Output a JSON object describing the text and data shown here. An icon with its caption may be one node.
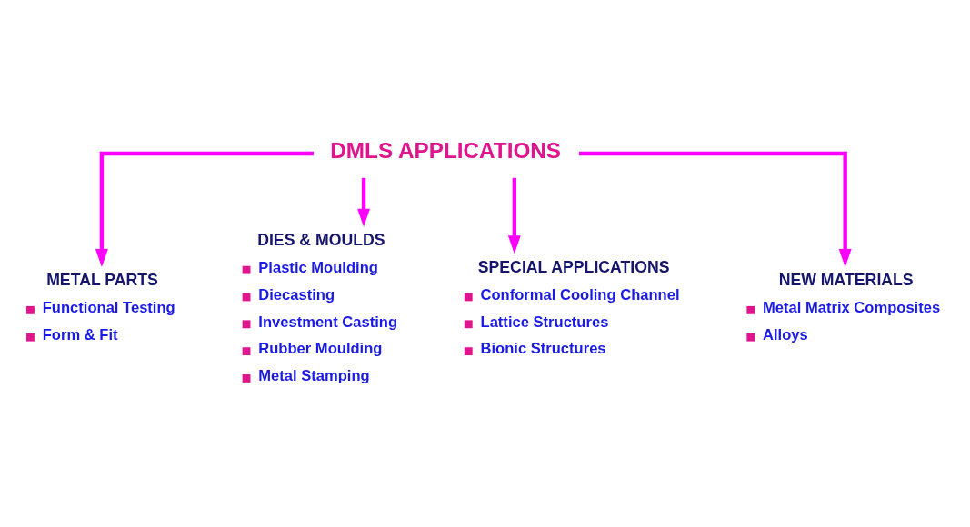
{
  "diagram": {
    "nodes": [
      {
        "text": [
          "DMLS APPLICATIONS"
        ]
      },
      {
        "text": [
          "METAL PARTS",
          "Functional Testing",
          "Form & Fit"
        ]
      },
      {
        "text": [
          "DIES & MOULDS",
          "Plastic Moulding",
          "Diecasting",
          "Investment Casting",
          "Rubber Moulding",
          "Metal Stamping"
        ]
      },
      {
        "text": [
          "SPECIAL APPLICATIONS",
          "Conformal Cooling Channel",
          "Lattice Structures",
          "Bionic Structures"
        ]
      },
      {
        "text": [
          "NEW MATERIALS",
          "Metal Matrix Composites",
          "Alloys"
        ]
      }
    ],
    "edges": [
      {
        "from": 0,
        "to": 1,
        "arrow": "to"
      },
      {
        "from": 0,
        "to": 2,
        "arrow": "to"
      },
      {
        "from": 0,
        "to": 3,
        "arrow": "to"
      },
      {
        "from": 0,
        "to": 4,
        "arrow": "to"
      }
    ]
  }
}
